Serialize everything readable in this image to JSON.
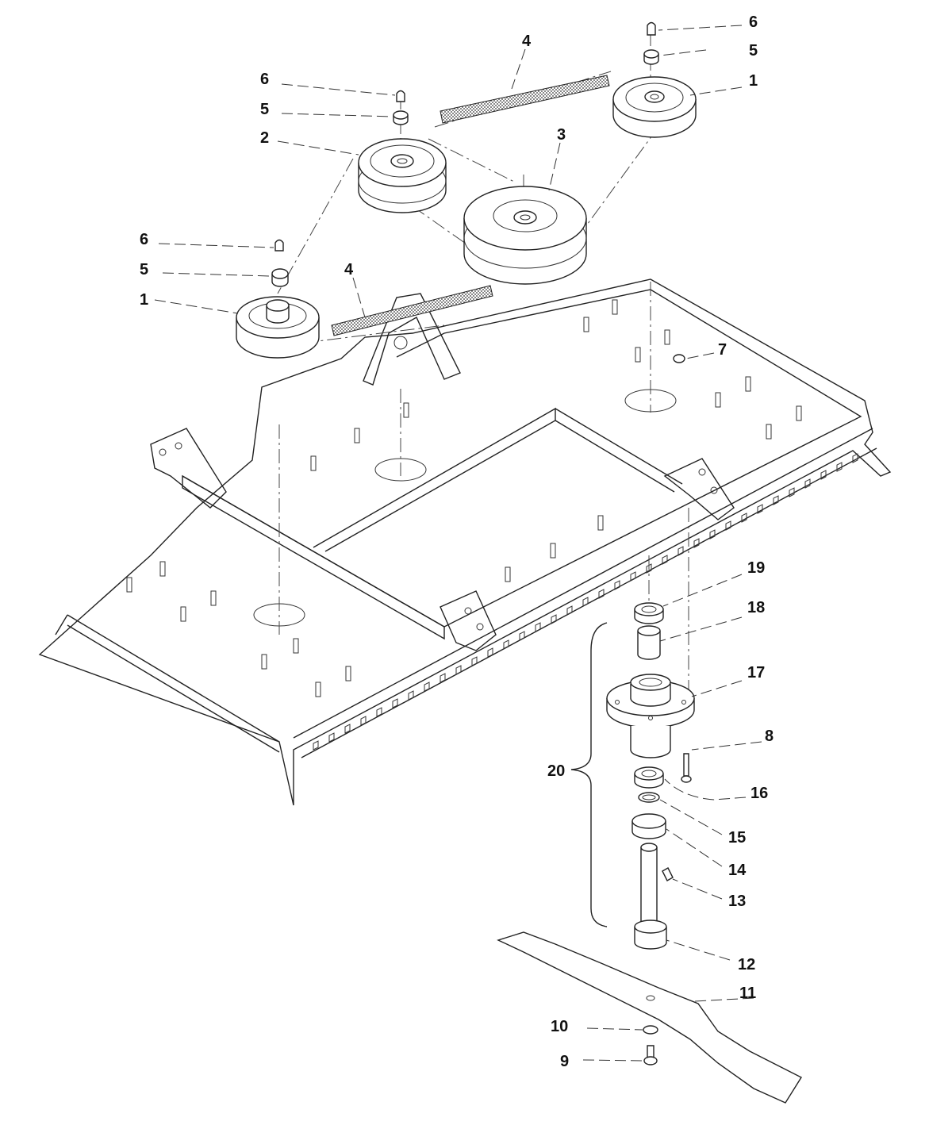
{
  "callouts": [
    {
      "id": "c1a",
      "label": "1"
    },
    {
      "id": "c1b",
      "label": "1"
    },
    {
      "id": "c2",
      "label": "2"
    },
    {
      "id": "c3",
      "label": "3"
    },
    {
      "id": "c4a",
      "label": "4"
    },
    {
      "id": "c4b",
      "label": "4"
    },
    {
      "id": "c5a",
      "label": "5"
    },
    {
      "id": "c5b",
      "label": "5"
    },
    {
      "id": "c5c",
      "label": "5"
    },
    {
      "id": "c6a",
      "label": "6"
    },
    {
      "id": "c6b",
      "label": "6"
    },
    {
      "id": "c6c",
      "label": "6"
    },
    {
      "id": "c7",
      "label": "7"
    },
    {
      "id": "c8",
      "label": "8"
    },
    {
      "id": "c9",
      "label": "9"
    },
    {
      "id": "c10",
      "label": "10"
    },
    {
      "id": "c11",
      "label": "11"
    },
    {
      "id": "c12",
      "label": "12"
    },
    {
      "id": "c13",
      "label": "13"
    },
    {
      "id": "c14",
      "label": "14"
    },
    {
      "id": "c15",
      "label": "15"
    },
    {
      "id": "c16",
      "label": "16"
    },
    {
      "id": "c17",
      "label": "17"
    },
    {
      "id": "c18",
      "label": "18"
    },
    {
      "id": "c19",
      "label": "19"
    },
    {
      "id": "c20",
      "label": "20"
    }
  ],
  "colors": {
    "line": "#222222",
    "background": "#ffffff"
  }
}
